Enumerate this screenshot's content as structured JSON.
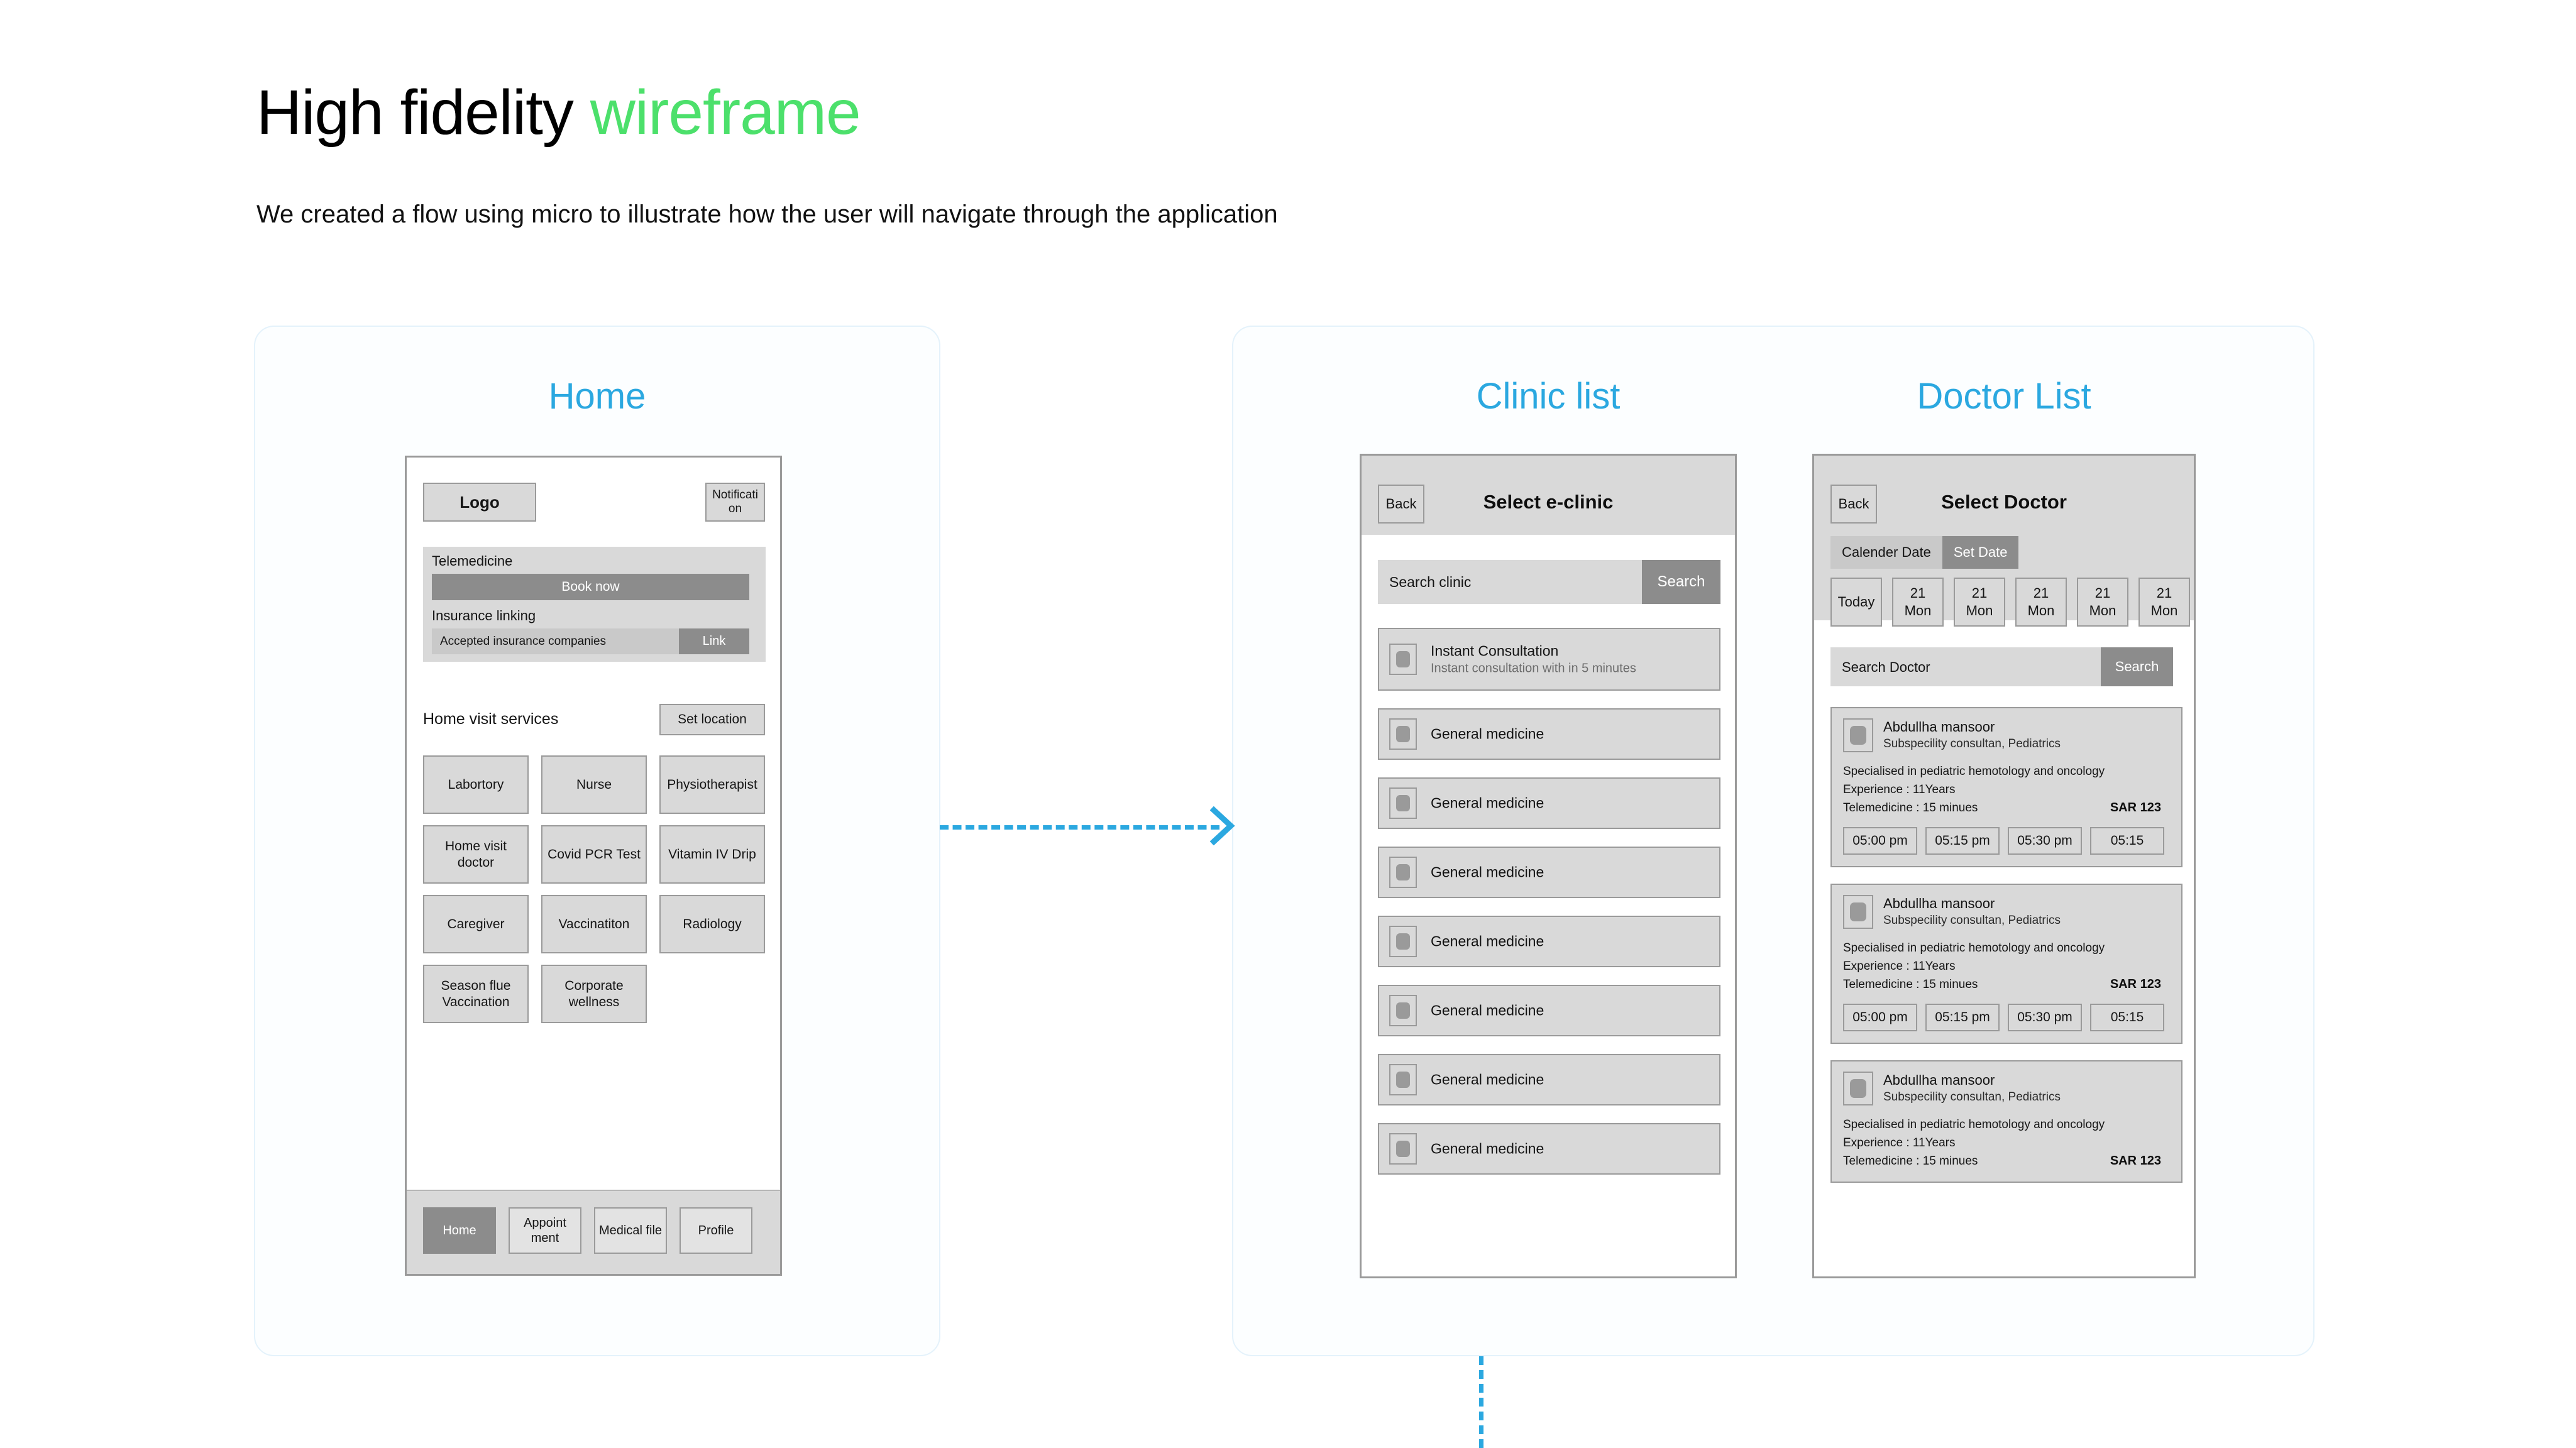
{
  "header": {
    "title_plain": "High fidelity ",
    "title_accent": "wireframe",
    "subtitle": "We created a flow using micro to illustrate how the user will navigate through the application"
  },
  "colors": {
    "accent_green": "#4CE06B",
    "accent_blue": "#2BA8E0",
    "wire_fill": "#D9D9D9",
    "wire_dark": "#8C8C8C",
    "wire_stroke": "#9A9A9A"
  },
  "panels": {
    "home_heading": "Home",
    "clinic_heading": "Clinic list",
    "doctor_heading": "Doctor List"
  },
  "home_screen": {
    "logo": "Logo",
    "notification": "Notificati on",
    "telemedicine_title": "Telemedicine",
    "book_now": "Book now",
    "insurance_title": "Insurance linking",
    "insurance_label": "Accepted insurance companies",
    "insurance_link": "Link",
    "visit_title": "Home visit services",
    "set_location": "Set location",
    "services": [
      "Labortory",
      "Nurse",
      "Physiotherapist",
      "Home visit doctor",
      "Covid PCR Test",
      "Vitamin IV Drip",
      "Caregiver",
      "Vaccinatiton",
      "Radiology",
      "Season flue Vaccination",
      "Corporate wellness"
    ],
    "nav": [
      {
        "label": "Home",
        "active": true
      },
      {
        "label": "Appoint ment",
        "active": false
      },
      {
        "label": "Medical file",
        "active": false
      },
      {
        "label": "Profile",
        "active": false
      }
    ]
  },
  "clinic_screen": {
    "back": "Back",
    "title": "Select e-clinic",
    "search_placeholder": "Search clinic",
    "search_button": "Search",
    "items": [
      {
        "name": "Instant Consultation",
        "sub": "Instant consultation with in 5 minutes"
      },
      {
        "name": "General medicine",
        "sub": ""
      },
      {
        "name": "General medicine",
        "sub": ""
      },
      {
        "name": "General medicine",
        "sub": ""
      },
      {
        "name": "General medicine",
        "sub": ""
      },
      {
        "name": "General medicine",
        "sub": ""
      },
      {
        "name": "General medicine",
        "sub": ""
      },
      {
        "name": "General medicine",
        "sub": ""
      }
    ]
  },
  "doctor_screen": {
    "back": "Back",
    "title": "Select Doctor",
    "segment_calendar": "Calender Date",
    "segment_set_date": "Set Date",
    "dates": [
      {
        "day": "",
        "num": "Today"
      },
      {
        "num": "21",
        "day": "Mon"
      },
      {
        "num": "21",
        "day": "Mon"
      },
      {
        "num": "21",
        "day": "Mon"
      },
      {
        "num": "21",
        "day": "Mon"
      },
      {
        "num": "21",
        "day": "Mon"
      }
    ],
    "search_placeholder": "Search Doctor",
    "search_button": "Search",
    "doctors": [
      {
        "name": "Abdullha mansoor",
        "role": "Subspecility consultan, Pediatrics",
        "speciality": "Specialised in pediatric hemotology and oncology",
        "experience": "Experience : 11Years",
        "telemedicine": "Telemedicine : 15 minues",
        "price": "SAR 123",
        "slots": [
          "05:00 pm",
          "05:15 pm",
          "05:30 pm",
          "05:15"
        ]
      },
      {
        "name": "Abdullha mansoor",
        "role": "Subspecility consultan, Pediatrics",
        "speciality": "Specialised in pediatric hemotology and oncology",
        "experience": "Experience : 11Years",
        "telemedicine": "Telemedicine : 15 minues",
        "price": "SAR 123",
        "slots": [
          "05:00 pm",
          "05:15 pm",
          "05:30 pm",
          "05:15"
        ]
      },
      {
        "name": "Abdullha mansoor",
        "role": "Subspecility consultan, Pediatrics",
        "speciality": "Specialised in pediatric hemotology and oncology",
        "experience": "Experience : 11Years",
        "telemedicine": "Telemedicine : 15 minues",
        "price": "SAR 123",
        "slots": []
      }
    ]
  }
}
